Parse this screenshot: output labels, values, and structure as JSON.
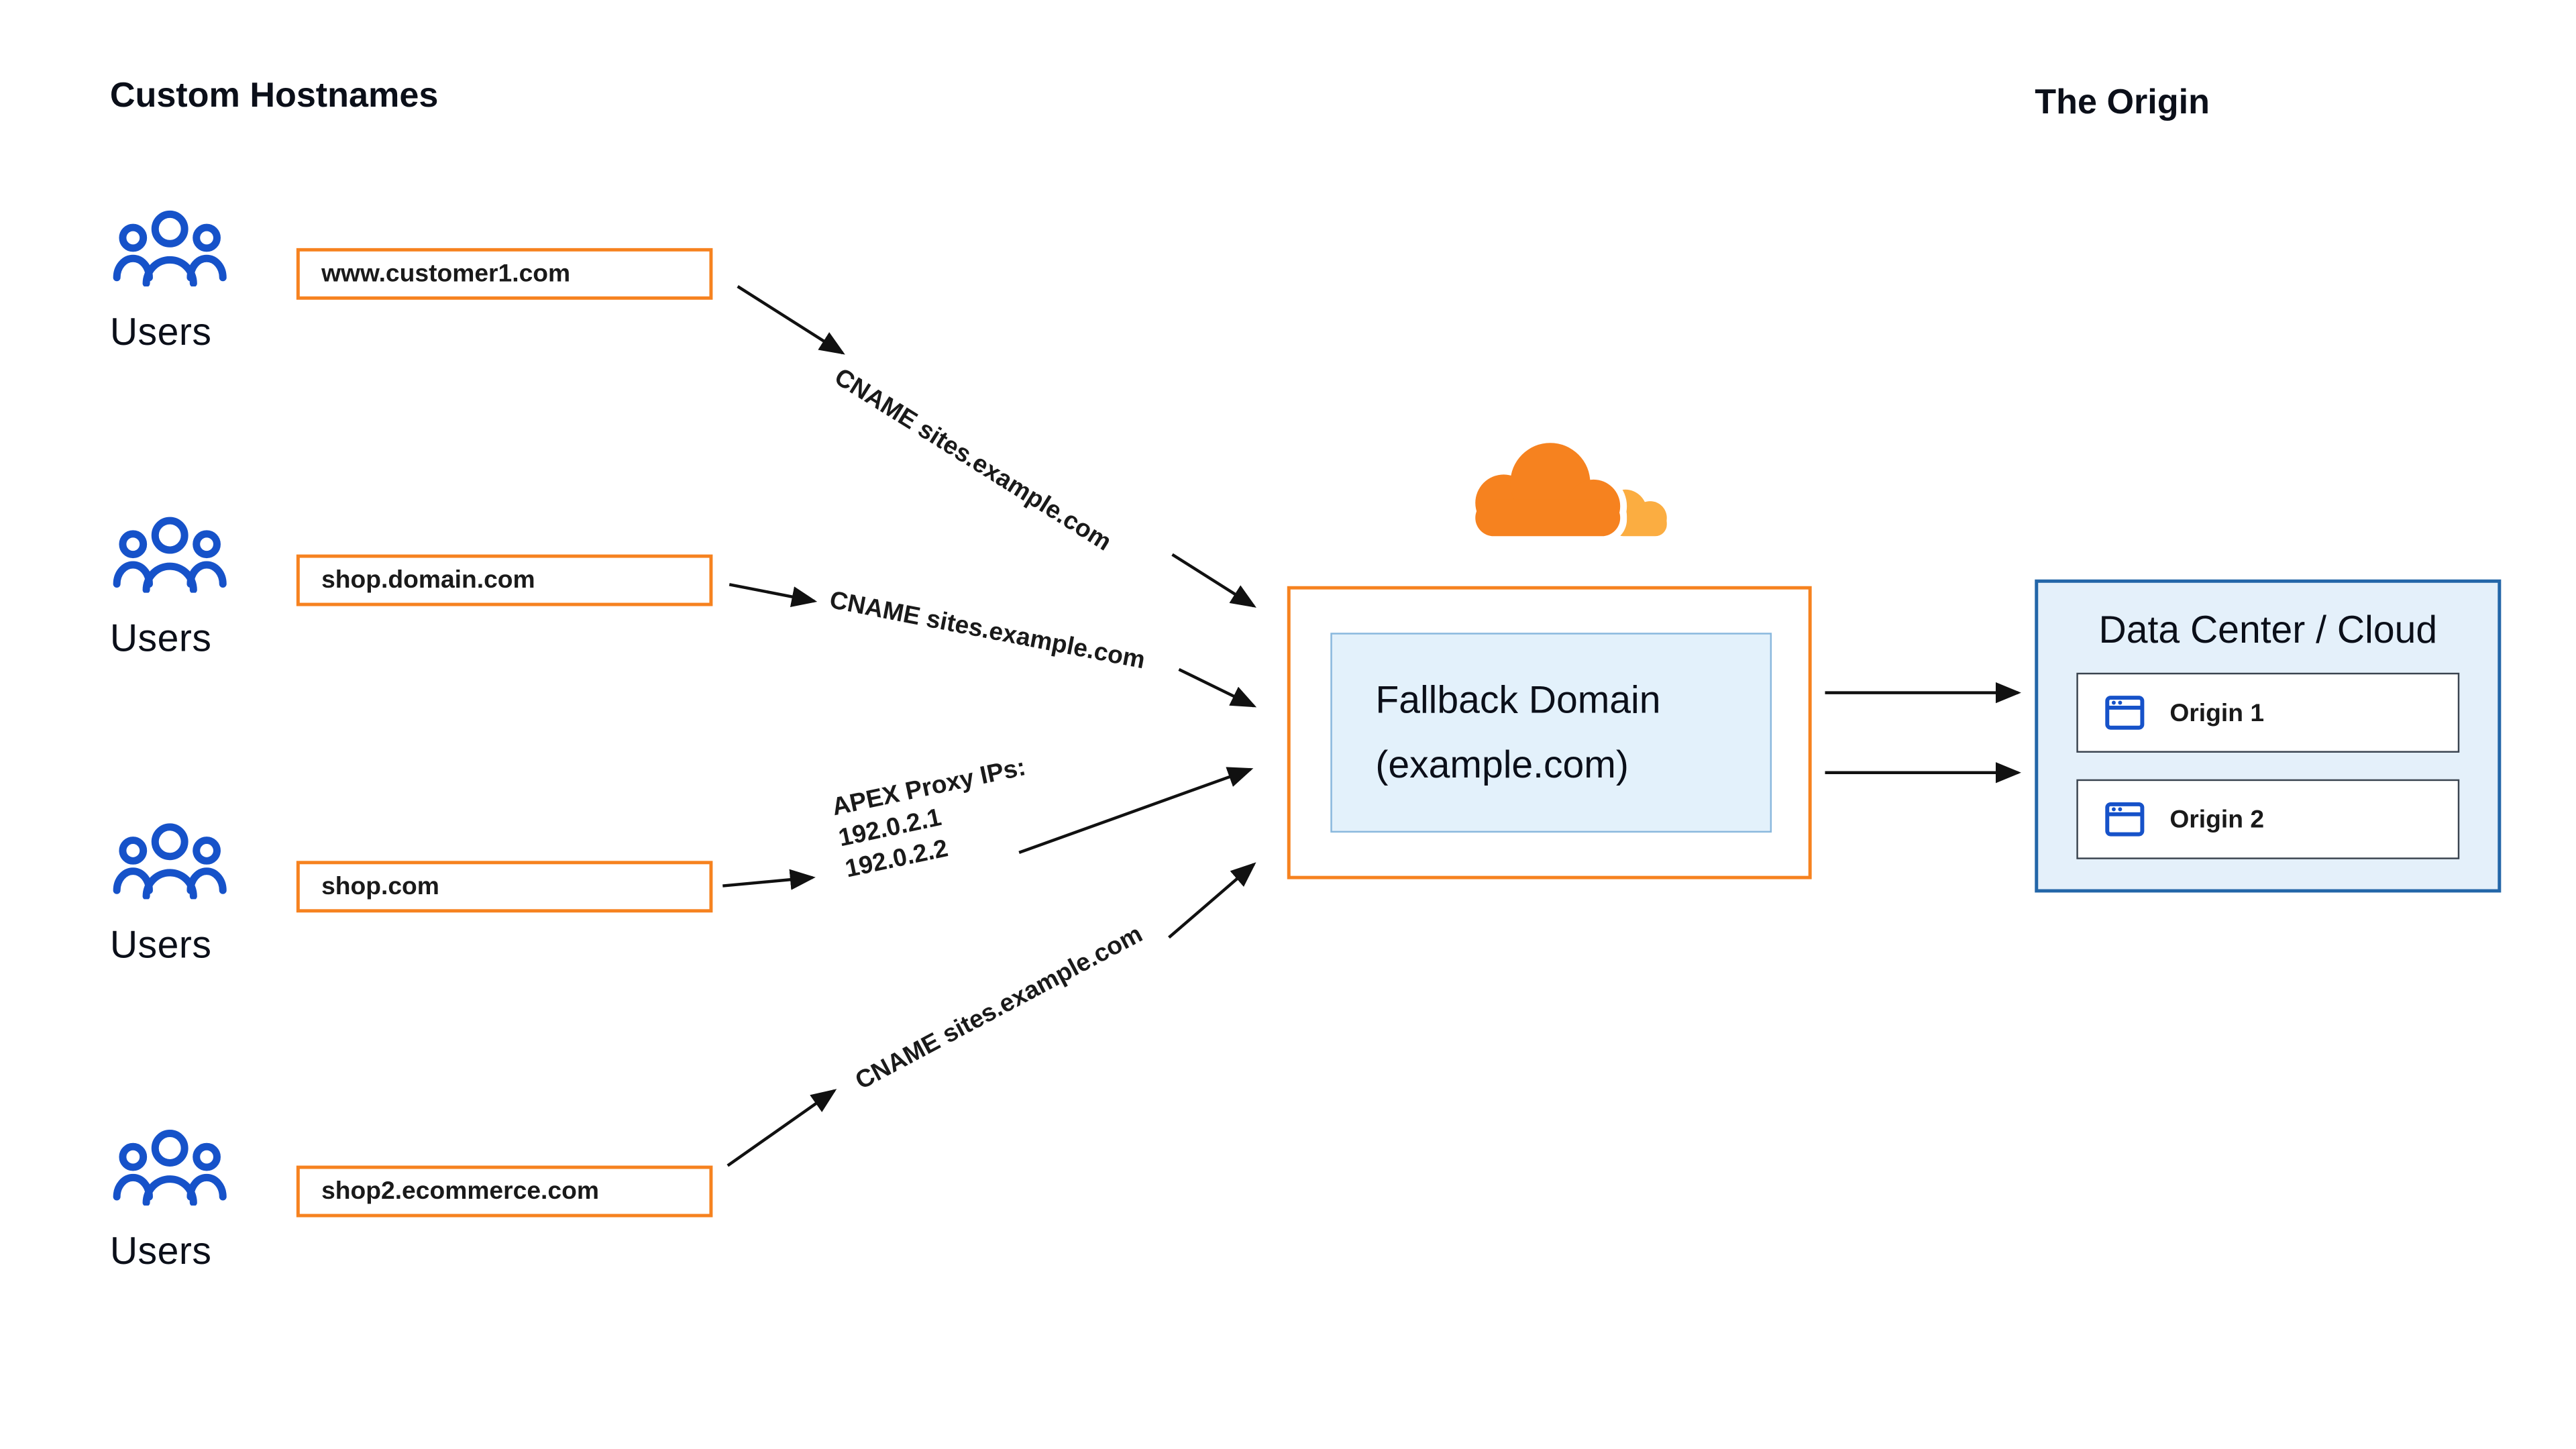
{
  "titles": {
    "custom_hostnames": "Custom Hostnames",
    "the_origin": "The Origin"
  },
  "rows": [
    {
      "users_label": "Users",
      "domain": "www.customer1.com"
    },
    {
      "users_label": "Users",
      "domain": "shop.domain.com"
    },
    {
      "users_label": "Users",
      "domain": "shop.com"
    },
    {
      "users_label": "Users",
      "domain": "shop2.ecommerce.com"
    }
  ],
  "connections": [
    {
      "label": "CNAME sites.example.com"
    },
    {
      "label": "CNAME sites.example.com"
    },
    {
      "lines": [
        "APEX Proxy IPs:",
        "192.0.2.1",
        "192.0.2.2"
      ]
    },
    {
      "label": "CNAME sites.example.com"
    }
  ],
  "cloudflare": {
    "icon": "cloudflare-cloud-logo"
  },
  "fallback_domain": {
    "line1": "Fallback Domain",
    "line2": "(example.com)"
  },
  "origin_panel": {
    "title": "Data Center / Cloud",
    "origins": [
      {
        "label": "Origin 1",
        "icon": "browser-window-icon"
      },
      {
        "label": "Origin 2",
        "icon": "browser-window-icon"
      }
    ]
  },
  "colors": {
    "cloudflare_orange": "#F6821F",
    "cloudflare_orange_light": "#FBAD41",
    "users_blue": "#1652C9",
    "panel_blue_bg": "#E4F0FA",
    "panel_blue_border": "#2366A8",
    "inner_blue_bg": "#E3F1FB",
    "inner_blue_border": "#8AB8DD",
    "arrow_black": "#111111"
  }
}
